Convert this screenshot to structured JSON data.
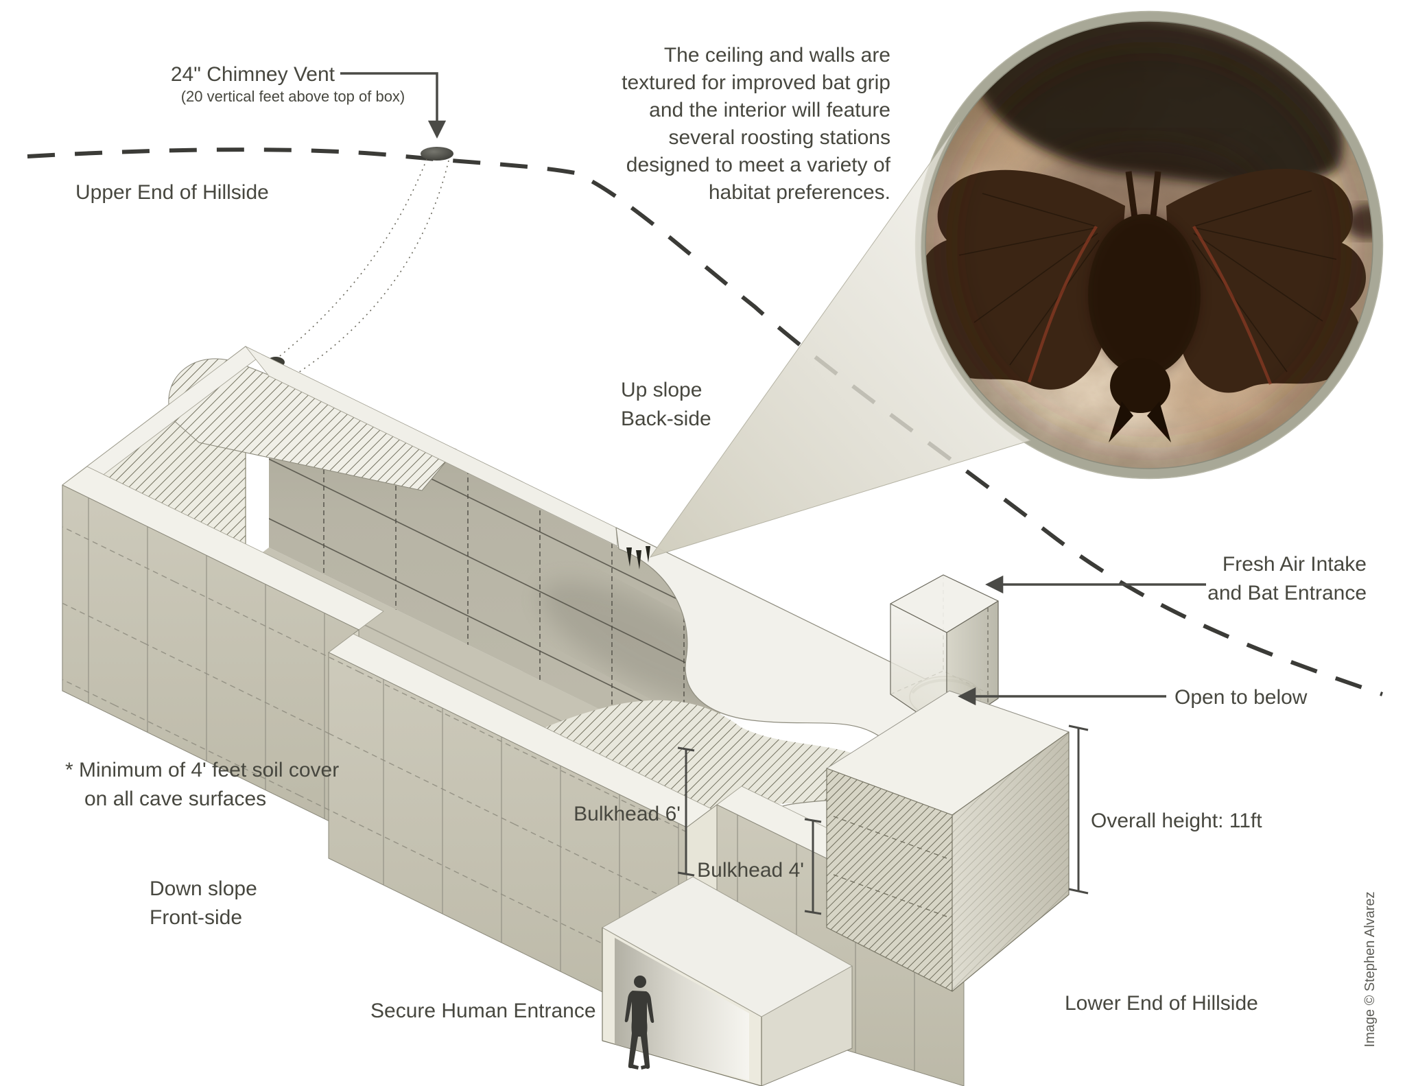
{
  "title": "Artificial bat cave cutaway diagram",
  "colors": {
    "background": "#ffffff",
    "annotation_line": "#4a4a46",
    "roof_white": "#f2f1eb",
    "wall_beige": "#c9c6b7",
    "interior_beige": "#b5b2a3",
    "photo_ring": "#a8a897",
    "hillside_dash": "#3b3b37"
  },
  "labels": {
    "chimney_vent": {
      "title": "24\" Chimney Vent",
      "subtitle": "(20 vertical feet above top of box)"
    },
    "upper_hillside": "Upper End of Hillside",
    "intro_lines": [
      "The ceiling and walls are",
      "textured for improved bat grip",
      "and the interior will feature",
      "several roosting stations",
      "designed to meet a variety of",
      "habitat preferences."
    ],
    "up_slope": [
      "Up slope",
      "Back-side"
    ],
    "fresh_air": [
      "Fresh Air Intake",
      "and Bat Entrance"
    ],
    "open_below": "Open to below",
    "soil_note": [
      "* Minimum of 4' feet soil cover",
      "on all cave surfaces"
    ],
    "bulkhead6": "Bulkhead 6'",
    "bulkhead4": "Bulkhead 4'",
    "overall_height": "Overall height: 11ft",
    "down_slope": [
      "Down slope",
      "Front-side"
    ],
    "secure_entrance": "Secure Human Entrance",
    "lower_hillside": "Lower End of Hillside",
    "credit": "Image © Stephen Alvarez"
  }
}
